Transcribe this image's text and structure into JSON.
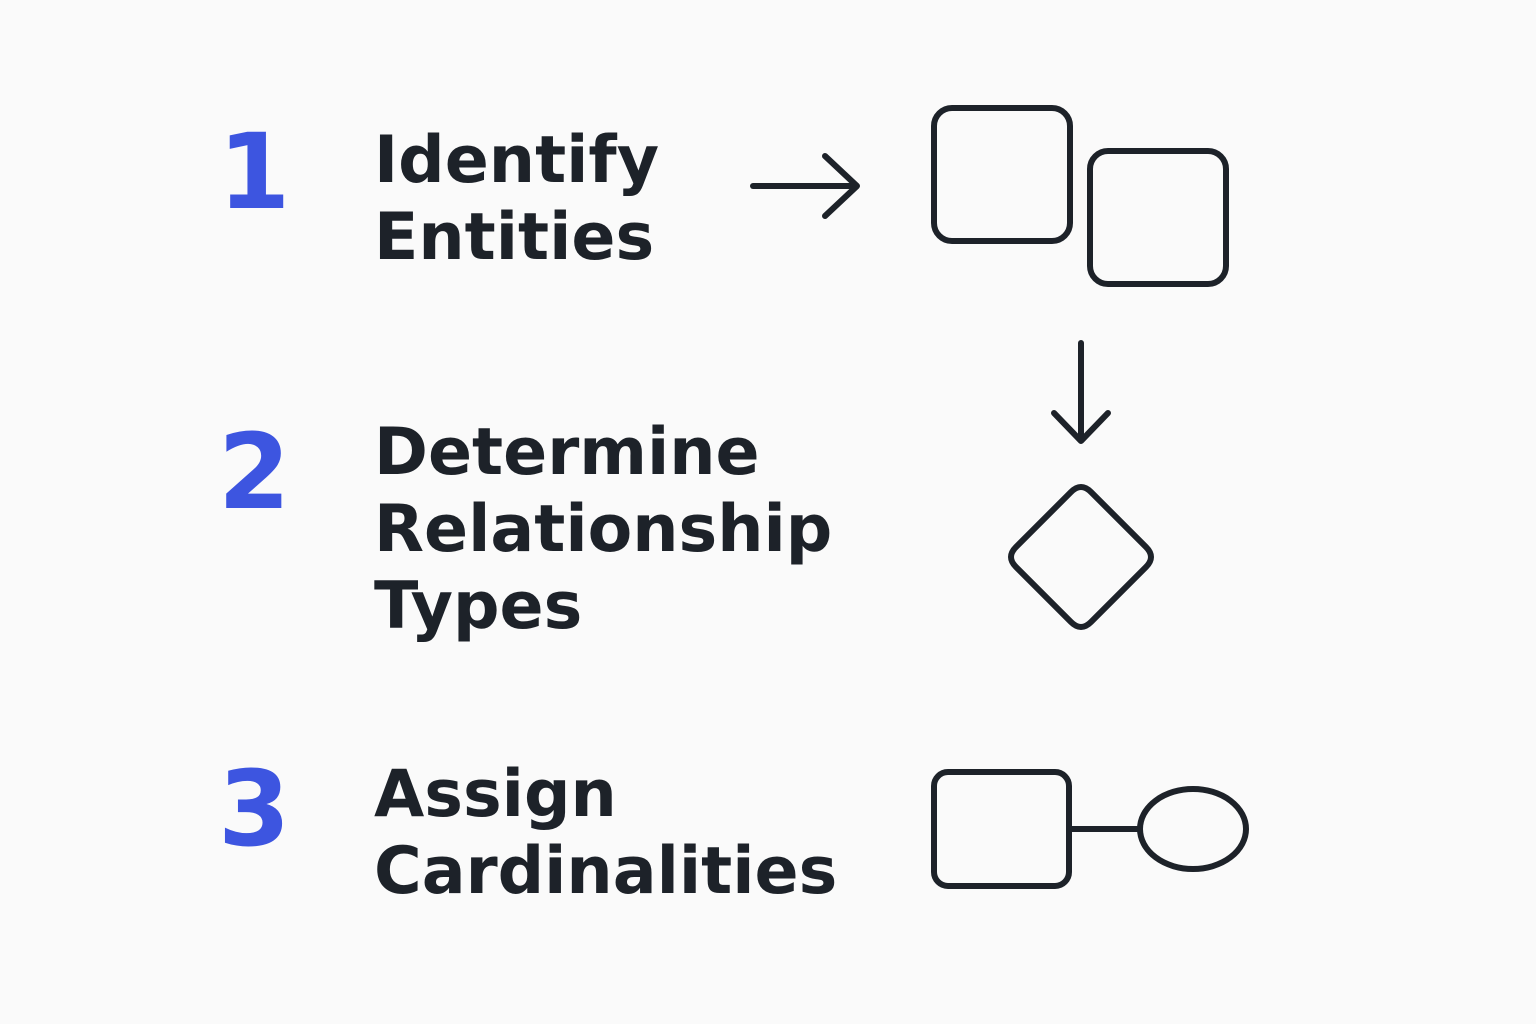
{
  "colors": {
    "background": "#fafafa",
    "number": "#3d55e0",
    "text": "#1d2229",
    "stroke": "#1d2229"
  },
  "steps": [
    {
      "number": "1",
      "lines": [
        "Identify",
        "Entities"
      ]
    },
    {
      "number": "2",
      "lines": [
        "Determine",
        "Relationship",
        "Types"
      ]
    },
    {
      "number": "3",
      "lines": [
        "Assign",
        "Cardinalities"
      ]
    }
  ],
  "icons": [
    "arrow-right-icon",
    "entity-boxes-icon",
    "arrow-down-icon",
    "relationship-diamond-icon",
    "entity-attribute-icon"
  ]
}
